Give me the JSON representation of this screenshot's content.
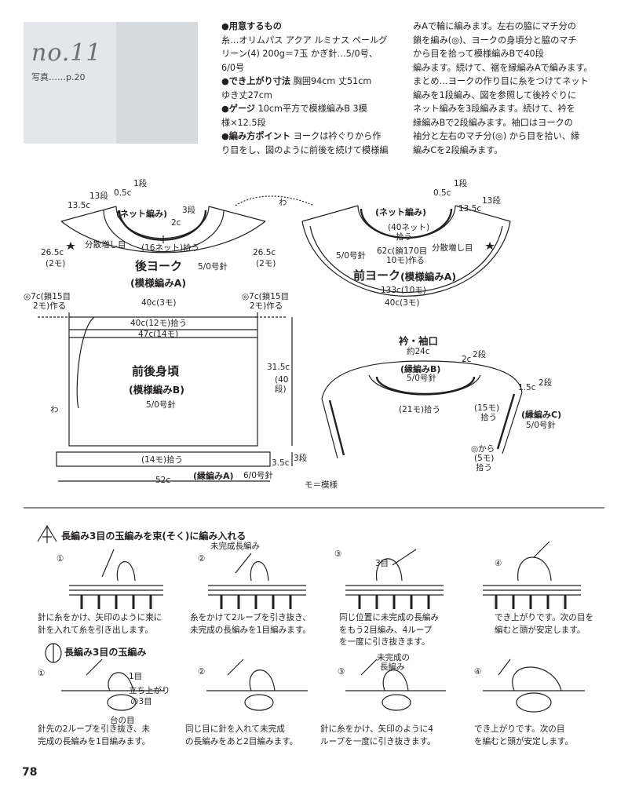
{
  "header": {
    "number": "no.11",
    "photo_ref": "写真……p.20"
  },
  "text_col1": [
    {
      "bold": "●用意するもの",
      "text": ""
    },
    {
      "bold": "",
      "text": "糸…オリムパス アクア ルミナス ペールグ"
    },
    {
      "bold": "",
      "text": "リーン(4) 200g＝7玉 かぎ針…5/0号、"
    },
    {
      "bold": "",
      "text": "6/0号"
    },
    {
      "bold": "●でき上がり寸法",
      "text": " 胸囲94cm 丈51cm"
    },
    {
      "bold": "",
      "text": "ゆき丈27cm"
    },
    {
      "bold": "●ゲージ",
      "text": " 10cm平方で模様編みB 3模"
    },
    {
      "bold": "",
      "text": "様×12.5段"
    },
    {
      "bold": "●編み方ポイント",
      "text": " ヨークは衿ぐりから作"
    },
    {
      "bold": "",
      "text": "り目をし、図のように前後を続けて模様編"
    }
  ],
  "text_col2": [
    "みAで輪に編みます。左右の脇にマチ分の",
    "鎖を編み(◎)、ヨークの身頃分と脇のマチ",
    "から目を拾って模様編みBで40段",
    "編みます。続けて、裾を縁編みAで編みます。",
    "まとめ…ヨークの作り目に糸をつけてネット",
    "編みを1段編み、図を参照して後衿ぐりに",
    "ネット編みを3段編みます。続けて、衿を",
    "縁編みBで2段編みます。袖口はヨークの",
    "袖分と左右のマチ分(◎) から目を拾い、縁",
    "編みCを2段編みます。"
  ],
  "back_yoke": {
    "title": "後ヨーク",
    "needle": "5/0号針",
    "pattern": "(模様編みA)",
    "net": "(ネット編み)",
    "pickup": "(16ネット)拾う",
    "gap_label": "0.5c",
    "gap_rows": "1段",
    "left_h": "13.5c",
    "left_rows": "13段",
    "net_w": "2c",
    "net_rows": "3段",
    "increase": "分散増し目",
    "side_l": "26.5c",
    "side_l2": "(2モ)",
    "side_r": "26.5c",
    "side_r2": "(2モ)",
    "bottom": "40c(3モ)"
  },
  "front_yoke": {
    "title": "前ヨーク",
    "pattern": "(模様編みA)",
    "needle": "5/0号針",
    "net": "(ネット編み)",
    "pickup1": "(40ネット)",
    "pickup2": "拾う",
    "center1": "62c(鎖170目",
    "center2": "10モ)作る",
    "increase": "分散増し目",
    "gap_label": "0.5c",
    "gap_rows": "1段",
    "right_h": "13.5c",
    "right_rows": "13段",
    "bottom1": "133c(10モ)",
    "bottom2": "40c(3モ)"
  },
  "wa_label": "わ",
  "body": {
    "title": "前後身頃",
    "pattern": "(模様編みB)",
    "needle": "5/0号針",
    "left_gusset1": "◎7c(鎖15目",
    "left_gusset2": "2モ)作る",
    "right_gusset1": "◎7c(鎖15目",
    "right_gusset2": "2モ)作る",
    "top_pick": "40c(12モ)拾う",
    "top_w": "47c(14モ)",
    "height": "31.5c",
    "height_rows": "(40段)",
    "hem_pick": "(14モ)拾う",
    "hem_h": "3.5c",
    "hem_rows": "3段",
    "hem_name": "(縁編みA)",
    "hem_needle": "6/0号針",
    "width": "52c"
  },
  "collar": {
    "title": "衿・袖口",
    "circ": "約24c",
    "edge": "(縁編みB)",
    "needle": "5/0号針",
    "pickup": "(21モ)拾う",
    "w": "2c",
    "w_rows": "2段",
    "cuff_w": "1.5c",
    "cuff_rows": "2段",
    "cuff_edge": "(縁編みC)",
    "cuff_needle": "5/0号針",
    "cuff_pick1": "(15モ)",
    "cuff_pick2": "拾う",
    "from1": "◎から",
    "from2": "(5モ)",
    "from3": "拾う",
    "legend": "モ＝模様"
  },
  "section1": {
    "title": "長編み3目の玉編みを束(そく)に編み入れる",
    "steps": [
      {
        "n": "①",
        "lines": [
          "針に糸をかけ、矢印のように束に",
          "針を入れて糸を引き出します。"
        ]
      },
      {
        "n": "②",
        "label": "未完成長編み",
        "lines": [
          "糸をかけて2ループを引き抜き、",
          "未完成の長編みを1目編みます。"
        ]
      },
      {
        "n": "③",
        "label": "3目",
        "lines": [
          "同じ位置に未完成の長編み",
          "をもう2目編み、4ループ",
          "を一度に引き抜きます。"
        ]
      },
      {
        "n": "④",
        "lines": [
          "でき上がりです。次の目を",
          "編むと頭が安定します。"
        ]
      }
    ]
  },
  "section2": {
    "title": "長編み3目の玉編み",
    "steps": [
      {
        "n": "①",
        "label1": "1目",
        "label2": "立ち上がり",
        "label3": "の3目",
        "base": "台の目",
        "lines": [
          "針先の2ループを引き抜き、未",
          "完成の長編みを1目編みます。"
        ]
      },
      {
        "n": "②",
        "lines": [
          "同じ目に針を入れて未完成",
          "の長編みをあと2目編みます。"
        ]
      },
      {
        "n": "③",
        "label": "未完成の",
        "label2": "長編み",
        "lines": [
          "針に糸をかけ、矢印のように4",
          "ループを一度に引き抜きます。"
        ]
      },
      {
        "n": "④",
        "lines": [
          "でき上がりです。次の目",
          "を編むと頭が安定します。"
        ]
      }
    ]
  },
  "page_number": "78"
}
